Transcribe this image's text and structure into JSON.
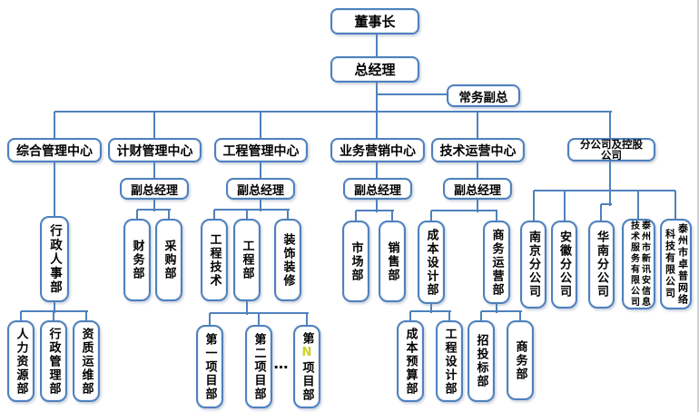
{
  "title": "公司组织架构图",
  "colors": {
    "line": "#4f81bd",
    "box_fill": "#ffffff",
    "text": "#000000",
    "project_n_highlight": "#ccd12e",
    "window_edge": "#cdd2d8"
  },
  "ellipsis": {
    "label": "…"
  },
  "nodes": [
    {
      "id": "chairman",
      "label": "董事长"
    },
    {
      "id": "general-manager",
      "label": "总经理"
    },
    {
      "id": "executive-deputy-gm",
      "label": "常务副总"
    },
    {
      "id": "center-general-admin",
      "label": "综合管理中心"
    },
    {
      "id": "center-finance",
      "label": "计财管理中心"
    },
    {
      "id": "center-engineering",
      "label": "工程管理中心"
    },
    {
      "id": "center-marketing",
      "label": "业务营销中心"
    },
    {
      "id": "center-tech-ops",
      "label": "技术运营中心"
    },
    {
      "id": "center-branches",
      "label": "分公司及控股公司"
    },
    {
      "id": "deputy-gm-finance",
      "label": "副总经理"
    },
    {
      "id": "deputy-gm-engineering",
      "label": "副总经理"
    },
    {
      "id": "deputy-gm-marketing",
      "label": "副总经理"
    },
    {
      "id": "deputy-gm-tech-ops",
      "label": "副总经理"
    },
    {
      "id": "admin-hr-dept",
      "label": "行政人事部"
    },
    {
      "id": "finance-dept",
      "label": "财务部"
    },
    {
      "id": "purchasing-dept",
      "label": "采购部"
    },
    {
      "id": "eng-tech-dept",
      "label": "工程技术"
    },
    {
      "id": "engineering-dept",
      "label": "工程部"
    },
    {
      "id": "decoration-dept",
      "label": "装饰装修"
    },
    {
      "id": "market-dept",
      "label": "市场部"
    },
    {
      "id": "sales-dept",
      "label": "销售部"
    },
    {
      "id": "cost-design-dept",
      "label": "成本设计部"
    },
    {
      "id": "business-ops-dept",
      "label": "商务运营部"
    },
    {
      "id": "nanjing-branch",
      "label": "南京分公司"
    },
    {
      "id": "anhui-branch",
      "label": "安徽分公司"
    },
    {
      "id": "south-china-branch",
      "label": "华南分公司"
    },
    {
      "id": "xinxunan-company",
      "label": "泰州市新讯安信息技术服务有限公司"
    },
    {
      "id": "zhuopu-company",
      "label": "泰州市卓普网络科技有限公司"
    },
    {
      "id": "hr-dept",
      "label": "人力资源部"
    },
    {
      "id": "admin-mgmt-dept",
      "label": "行政管理部"
    },
    {
      "id": "qualification-ops-dept",
      "label": "资质运维部"
    },
    {
      "id": "project-1",
      "label": "第一项目部"
    },
    {
      "id": "project-2",
      "label": "第二项目部"
    },
    {
      "id": "project-n",
      "label": "第N项目部",
      "label_parts": [
        "第",
        "N",
        "项目部"
      ]
    },
    {
      "id": "cost-budget-dept",
      "label": "成本预算部"
    },
    {
      "id": "eng-design-dept",
      "label": "工程设计部"
    },
    {
      "id": "bidding-dept",
      "label": "招投标部"
    },
    {
      "id": "commerce-dept",
      "label": "商务部"
    }
  ],
  "hierarchy": {
    "chairman": [
      "general-manager"
    ],
    "general-manager": [
      "executive-deputy-gm",
      "center-general-admin",
      "center-finance",
      "center-engineering",
      "center-marketing",
      "center-tech-ops",
      "center-branches"
    ],
    "center-general-admin": [
      "admin-hr-dept"
    ],
    "center-finance": [
      "deputy-gm-finance"
    ],
    "deputy-gm-finance": [
      "finance-dept",
      "purchasing-dept"
    ],
    "center-engineering": [
      "deputy-gm-engineering"
    ],
    "deputy-gm-engineering": [
      "eng-tech-dept",
      "engineering-dept",
      "decoration-dept"
    ],
    "center-marketing": [
      "deputy-gm-marketing"
    ],
    "deputy-gm-marketing": [
      "market-dept",
      "sales-dept"
    ],
    "center-tech-ops": [
      "deputy-gm-tech-ops"
    ],
    "deputy-gm-tech-ops": [
      "cost-design-dept",
      "business-ops-dept"
    ],
    "center-branches": [
      "nanjing-branch",
      "anhui-branch",
      "south-china-branch",
      "xinxunan-company",
      "zhuopu-company"
    ],
    "admin-hr-dept": [
      "hr-dept",
      "admin-mgmt-dept",
      "qualification-ops-dept"
    ],
    "engineering-dept": [
      "project-1",
      "project-2",
      "project-n"
    ],
    "cost-design-dept": [
      "cost-budget-dept",
      "eng-design-dept"
    ],
    "business-ops-dept": [
      "bidding-dept",
      "commerce-dept"
    ]
  }
}
